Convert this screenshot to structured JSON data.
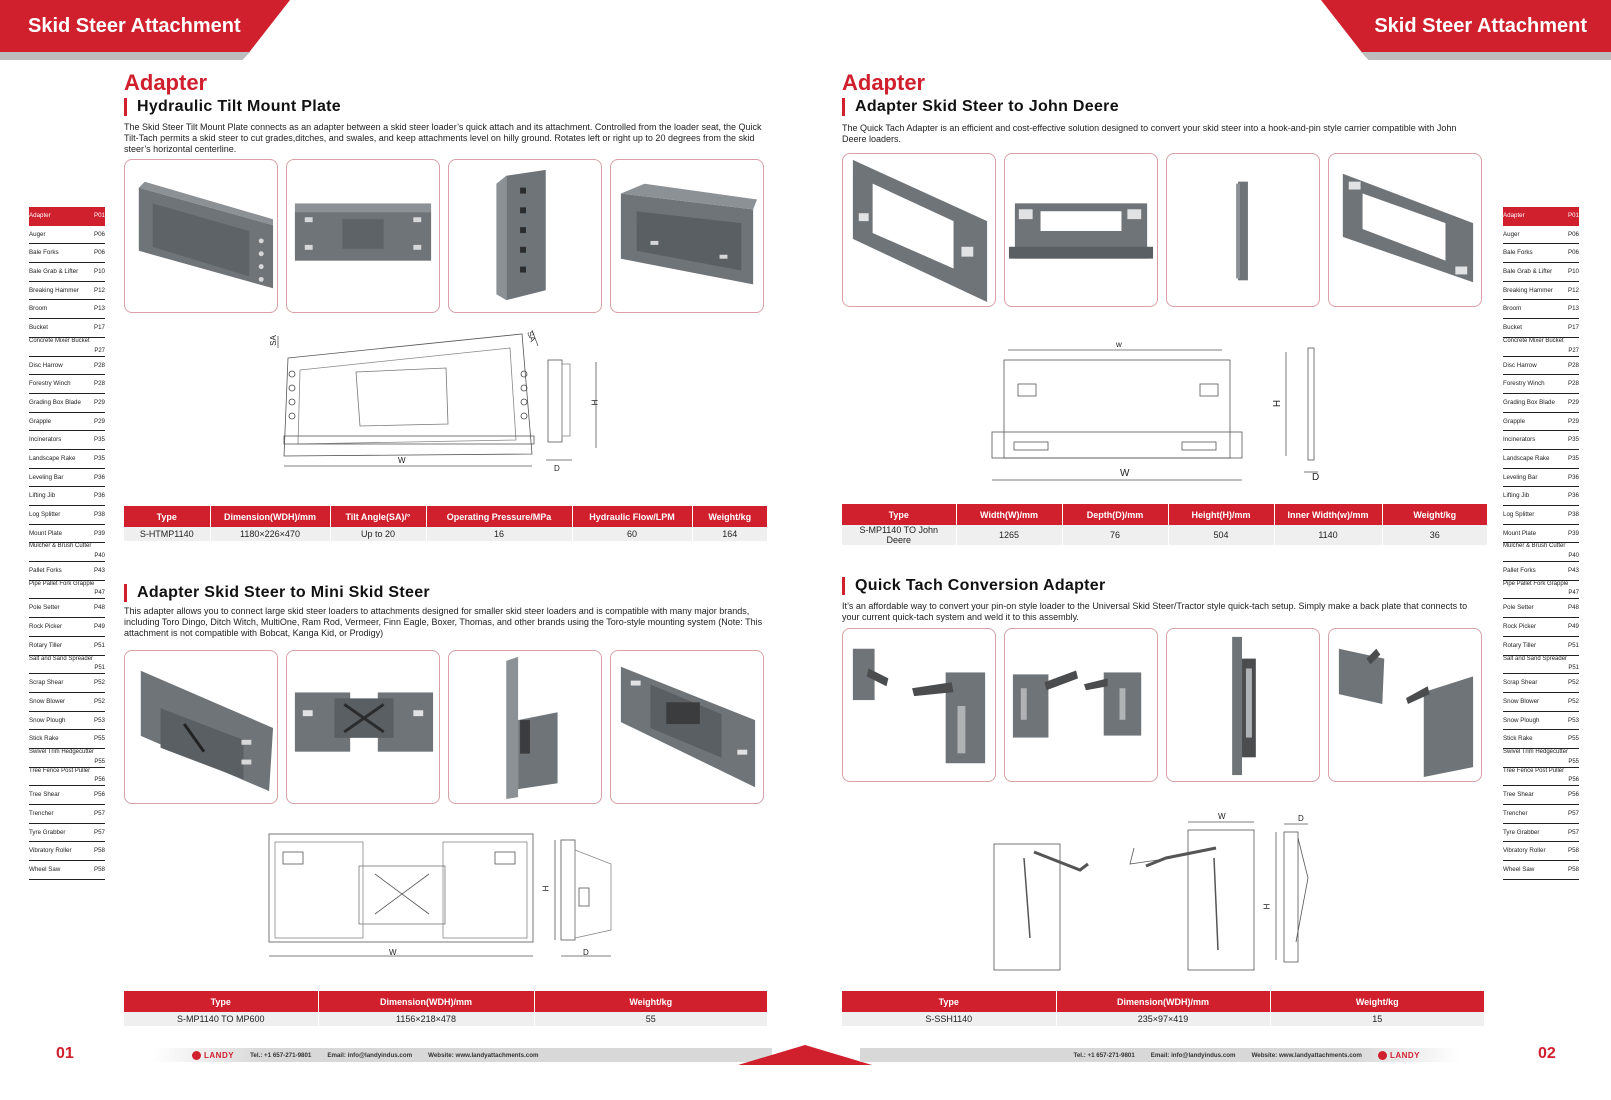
{
  "header": {
    "left_title": "Skid Steer Attachment",
    "right_title": "Skid Steer Attachment"
  },
  "left_page": {
    "category": "Adapter",
    "product1": {
      "title": "Hydraulic Tilt Mount Plate",
      "description": "The Skid Steer Tilt Mount Plate connects as an adapter between a skid steer loader’s quick attach and its attachment. Controlled from the loader seat, the Quick Tilt-Tach permits a skid steer to cut grades,ditches, and swales, and keep attachments level on hilly ground. Rotates left or right up to 20 degrees from the skid steer’s horizontal centerline.",
      "drawing_labels": {
        "w": "W",
        "h": "H",
        "d": "D",
        "sa1": "SA",
        "sa2": "SA"
      },
      "table": {
        "headers": [
          "Type",
          "Dimension(WDH)/mm",
          "Tilt Angle(SA)/°",
          "Operating Pressure/MPa",
          "Hydraulic Flow/LPM",
          "Weight/kg"
        ],
        "rows": [
          [
            "S-HTMP1140",
            "1180×226×470",
            "Up to 20",
            "16",
            "60",
            "164"
          ]
        ]
      }
    },
    "product2": {
      "title": "Adapter Skid Steer to Mini Skid Steer",
      "description": "This adapter allows you to connect large skid steer loaders to attachments designed for smaller skid steer loaders and is compatible with many major brands, including Toro Dingo, Ditch Witch, MultiOne, Ram Rod, Vermeer, Finn Eagle, Boxer, Thomas, and other brands using the Toro-style mounting system (Note: This attachment is not compatible with Bobcat, Kanga Kid, or Prodigy)",
      "drawing_labels": {
        "w": "W",
        "h": "H",
        "d": "D"
      },
      "table": {
        "headers": [
          "Type",
          "Dimension(WDH)/mm",
          "Weight/kg"
        ],
        "rows": [
          [
            "S-MP1140 TO MP600",
            "1156×218×478",
            "55"
          ]
        ]
      }
    }
  },
  "right_page": {
    "category": "Adapter",
    "product1": {
      "title": "Adapter Skid Steer to John Deere",
      "description": "The Quick Tach Adapter is an efficient and cost-effective solution designed to convert your skid steer into a hook-and-pin style carrier compatible with John Deere loaders.",
      "drawing_labels": {
        "w_top": "w",
        "w": "W",
        "h": "H",
        "d": "D"
      },
      "table": {
        "headers": [
          "Type",
          "Width(W)/mm",
          "Depth(D)/mm",
          "Height(H)/mm",
          "Inner Width(w)/mm",
          "Weight/kg"
        ],
        "rows": [
          [
            "S-MP1140 TO John Deere",
            "1265",
            "76",
            "504",
            "1140",
            "36"
          ]
        ]
      }
    },
    "product2": {
      "title": "Quick Tach Conversion Adapter",
      "description": "It’s an affordable way to convert your pin-on style loader to the Universal Skid Steer/Tractor style quick-tach setup. Simply make a back plate that connects to your current quick-tach system and weld it to this assembly.",
      "drawing_labels": {
        "w": "W",
        "h": "H",
        "d": "D"
      },
      "table": {
        "headers": [
          "Type",
          "Dimension(WDH)/mm",
          "Weight/kg"
        ],
        "rows": [
          [
            "S-SSH1140",
            "235×97×419",
            "15"
          ]
        ]
      }
    }
  },
  "index": [
    {
      "name": "Adapter",
      "page": "P01",
      "active": true
    },
    {
      "name": "Auger",
      "page": "P06"
    },
    {
      "name": "Bale Forks",
      "page": "P06"
    },
    {
      "name": "Bale Grab & Lifter",
      "page": "P10"
    },
    {
      "name": "Breaking Hammer",
      "page": "P12"
    },
    {
      "name": "Broom",
      "page": "P13"
    },
    {
      "name": "Bucket",
      "page": "P17"
    },
    {
      "name": "Concrete Mixer Bucket",
      "page": "P27",
      "two": true
    },
    {
      "name": "Disc Harrow",
      "page": "P28"
    },
    {
      "name": "Forestry Winch",
      "page": "P28"
    },
    {
      "name": "Grading Box Blade",
      "page": "P29"
    },
    {
      "name": "Grapple",
      "page": "P29"
    },
    {
      "name": "Incinerators",
      "page": "P35"
    },
    {
      "name": "Landscape Rake",
      "page": "P35"
    },
    {
      "name": "Leveling Bar",
      "page": "P36"
    },
    {
      "name": "Lifting Jib",
      "page": "P36"
    },
    {
      "name": "Log Splitter",
      "page": "P38"
    },
    {
      "name": "Mount Plate",
      "page": "P39"
    },
    {
      "name": "Mulcher & Brush Cutter",
      "page": "P40",
      "two": true
    },
    {
      "name": "Pallet Forks",
      "page": "P43"
    },
    {
      "name": "Pipe Pallet Fork Grapple",
      "page": "P47",
      "two": true
    },
    {
      "name": "Pole Setter",
      "page": "P48"
    },
    {
      "name": "Rock Picker",
      "page": "P49"
    },
    {
      "name": "Rotary Tiller",
      "page": "P51"
    },
    {
      "name": "Salt and Sand Spreader",
      "page": "P51",
      "two": true
    },
    {
      "name": "Scrap Shear",
      "page": "P52"
    },
    {
      "name": "Snow Blower",
      "page": "P52"
    },
    {
      "name": "Snow Plough",
      "page": "P53"
    },
    {
      "name": "Stick Rake",
      "page": "P55"
    },
    {
      "name": "Swivel Trim Hedgecutter",
      "page": "P55",
      "two": true
    },
    {
      "name": "Tree Fence Post Puller",
      "page": "P56",
      "two": true
    },
    {
      "name": "Tree Shear",
      "page": "P56"
    },
    {
      "name": "Trencher",
      "page": "P57"
    },
    {
      "name": "Tyre Grabber",
      "page": "P57"
    },
    {
      "name": "Vibratory Roller",
      "page": "P58"
    },
    {
      "name": "Wheel Saw",
      "page": "P58"
    }
  ],
  "footer": {
    "left_page_number": "01",
    "right_page_number": "02",
    "logo": "LANDY",
    "tel": "Tel.: +1 657-271-9801",
    "email": "Email: info@landyindus.com",
    "website": "Website: www.landyattachments.com"
  },
  "colors": {
    "accent": "#d0202e",
    "table_row": "#efefef",
    "footer_bar": "#d8d8d8"
  }
}
